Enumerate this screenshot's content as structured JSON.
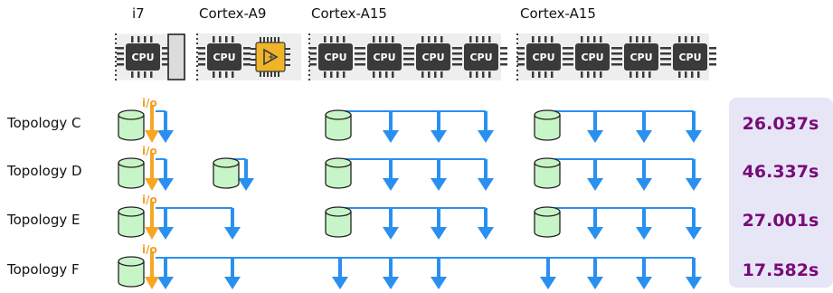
{
  "processors": [
    {
      "label": "i7",
      "chips": [
        "cpu"
      ],
      "has_gpu_slot": true
    },
    {
      "label": "Cortex-A9",
      "chips": [
        "cpu",
        "fpga"
      ]
    },
    {
      "label": "Cortex-A15",
      "chips": [
        "cpu",
        "cpu",
        "cpu",
        "cpu"
      ]
    },
    {
      "label": "Cortex-A15",
      "chips": [
        "cpu",
        "cpu",
        "cpu",
        "cpu"
      ]
    }
  ],
  "chip_text": "CPU",
  "io_label": "i/o",
  "topologies": [
    {
      "label": "Topology C",
      "time": "26.037s"
    },
    {
      "label": "Topology D",
      "time": "46.337s"
    },
    {
      "label": "Topology E",
      "time": "27.001s"
    },
    {
      "label": "Topology F",
      "time": "17.582s"
    }
  ],
  "colors": {
    "arrow": "#2a90f0",
    "io_arrow": "#f5a623",
    "storage_fill": "#c8f5c8",
    "time_panel": "#e6e6f7",
    "time_text": "#7a0a78",
    "cpu_chip": "#3a3a3a",
    "fpga_chip": "#f0b429"
  },
  "icons": [
    "cpu-chip-icon",
    "fpga-chip-icon",
    "storage-cylinder-icon",
    "down-arrow-icon",
    "io-arrow-icon"
  ]
}
